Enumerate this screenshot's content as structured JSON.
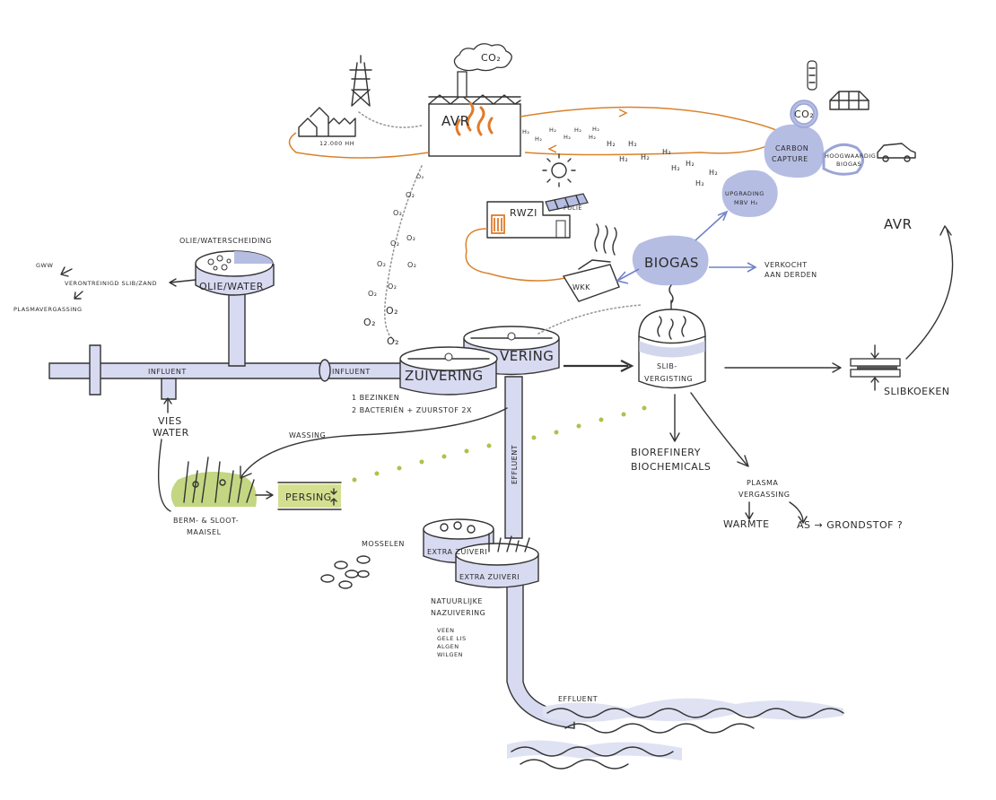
{
  "labels": {
    "co2_top": "CO₂",
    "avr_plant": "AVR",
    "households": "12.000 HH",
    "rwzi": "RWZI",
    "folie": "FOLIE",
    "wkk": "WKK",
    "biogas": "BIOGAS",
    "verkocht_1": "VERKOCHT",
    "verkocht_2": "AAN DERDEN",
    "upgrading_1": "UPGRADING",
    "upgrading_2": "MBV H₂",
    "carbon_1": "CARBON",
    "carbon_2": "CAPTURE",
    "co2_bubble": "CO₂",
    "hoogw_1": "HOOGWAARDIG",
    "hoogw_2": "BIOGAS",
    "avr_right": "AVR",
    "slibkoeken": "SLIBKOEKEN",
    "slibvergisting_1": "SLIB-",
    "slibvergisting_2": "VERGISTING",
    "olie_title": "OLIE/WATERSCHEIDING",
    "olie_tank": "OLIE/WATER",
    "gww": "GWW",
    "verontreinigd": "VERONTREINIGD SLIB/ZAND",
    "plasmavergassing_left": "PLASMAVERGASSING",
    "influent_1": "INFLUENT",
    "influent_2": "INFLUENT",
    "zuivering_1": "ZUIVERING",
    "zuivering_2": "VERING",
    "step_1": "1  BEZINKEN",
    "step_2": "2  BACTERIËN + ZUURSTOF 2X",
    "vies_1": "VIES",
    "vies_2": "WATER",
    "wassing": "WASSING",
    "persing": "PERSING",
    "berm_1": "BERM- & SLOOT-",
    "berm_2": "MAAISEL",
    "effluent_vertical": "EFFLUENT",
    "biorefinery_1": "BIOREFINERY",
    "biorefinery_2": "BIOCHEMICALS",
    "plasma_1": "PLASMA",
    "plasma_2": "VERGASSING",
    "warmte": "WARMTE",
    "as_grondstof": "AS → GRONDSTOF ?",
    "mosselen": "MOSSELEN",
    "extra_1": "EXTRA ZUIVERI",
    "extra_2": "EXTRA ZUIVERI",
    "natuurlijke_1": "NATUURLIJKE",
    "natuurlijke_2": "NAZUIVERING",
    "veen": "VEEN",
    "gele_lis": "GELE LIS",
    "algen": "ALGEN",
    "wilgen": "WILGEN",
    "effluent_bottom": "EFFLUENT",
    "o2": "O₂",
    "h2": "H₂"
  },
  "colors": {
    "ink": "#333333",
    "pipe_fill": "#d7daf0",
    "accent_lavender": "#b6bde3",
    "orange_line": "#d9822b",
    "flame": "#e07b2a",
    "green_drops": "#a9c44c",
    "blue_arrow": "#6f82c9"
  },
  "icons": [
    "pylon-icon",
    "houses-icon",
    "factory-icon",
    "sun-icon",
    "solar-panel-icon",
    "greenhouse-icon",
    "car-icon",
    "gas-bottle-icon",
    "mussel-icon",
    "reed-icon"
  ]
}
